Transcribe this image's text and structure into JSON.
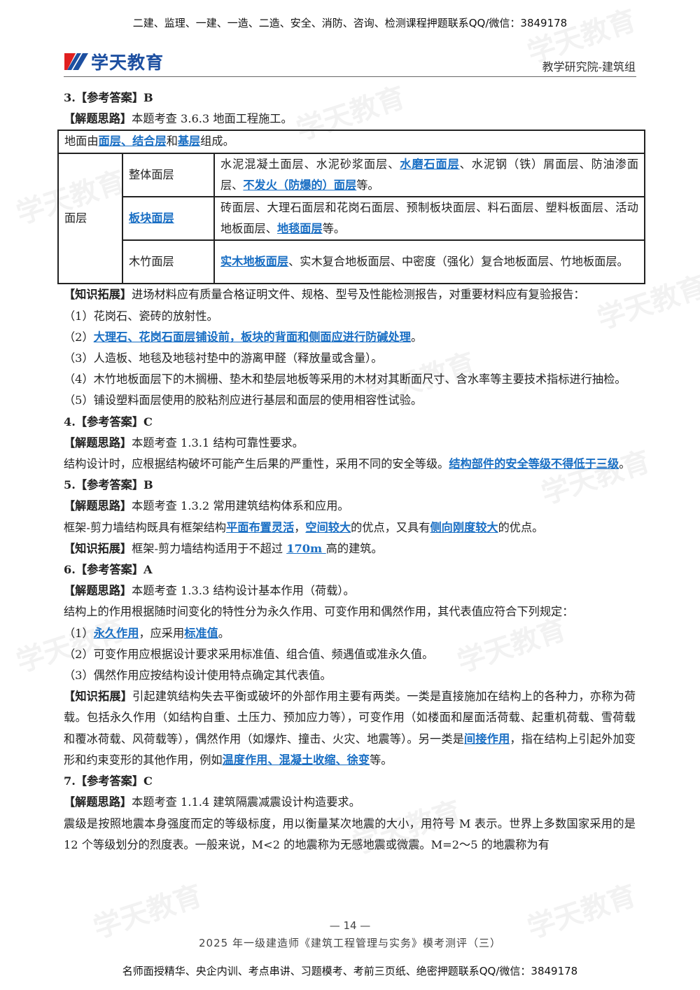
{
  "header": {
    "banner": "二建、监理、一建、一造、二造、安全、消防、咨询、检测课程押题联系QQ/微信：3849178",
    "logo_text": "学天教育",
    "department": "教学研究院-建筑组"
  },
  "colors": {
    "link": "#1a6fc4",
    "logo_blue": "#1d4fa0",
    "logo_red": "#e02020"
  },
  "blocks": [
    {
      "type": "p",
      "segs": [
        {
          "t": "3.【参考答案】B",
          "b": true
        }
      ]
    },
    {
      "type": "p",
      "segs": [
        {
          "t": "【解题思路】",
          "b": true
        },
        {
          "t": "本题考查 3.6.3 地面工程施工。"
        }
      ]
    },
    {
      "type": "table"
    },
    {
      "type": "p",
      "segs": [
        {
          "t": "【知识拓展】",
          "b": true
        },
        {
          "t": "进场材料应有质量合格证明文件、规格、型号及性能检测报告，对重要材料应有复验报告："
        }
      ]
    },
    {
      "type": "p",
      "segs": [
        {
          "t": "（1）花岗石、瓷砖的放射性。"
        }
      ]
    },
    {
      "type": "p",
      "segs": [
        {
          "t": "（2）"
        },
        {
          "t": "大理石、花岗石面层铺设前，板块的背面和侧面应进行防碱处理",
          "l": true
        },
        {
          "t": "。"
        }
      ]
    },
    {
      "type": "p",
      "segs": [
        {
          "t": "（3）人造板、地毯及地毯衬垫中的游离甲醛（释放量或含量）。"
        }
      ]
    },
    {
      "type": "p",
      "segs": [
        {
          "t": "（4）木竹地板面层下的木搁栅、垫木和垫层地板等采用的木材对其断面尺寸、含水率等主要技术指标进行抽检。"
        }
      ]
    },
    {
      "type": "p",
      "segs": [
        {
          "t": "（5）铺设塑料面层使用的胶粘剂应进行基层和面层的使用相容性试验。"
        }
      ]
    },
    {
      "type": "p",
      "segs": [
        {
          "t": "4.【参考答案】C",
          "b": true
        }
      ]
    },
    {
      "type": "p",
      "segs": [
        {
          "t": "【解题思路】",
          "b": true
        },
        {
          "t": "本题考查 1.3.1 结构可靠性要求。"
        }
      ]
    },
    {
      "type": "p",
      "segs": [
        {
          "t": "结构设计时，应根据结构破坏可能产生后果的严重性，采用不同的安全等级。"
        },
        {
          "t": "结构部件的安全等级不得低于三级",
          "l": true
        },
        {
          "t": "。"
        }
      ]
    },
    {
      "type": "p",
      "segs": [
        {
          "t": "5.【参考答案】B",
          "b": true
        }
      ]
    },
    {
      "type": "p",
      "segs": [
        {
          "t": "【解题思路】",
          "b": true
        },
        {
          "t": "本题考查 1.3.2 常用建筑结构体系和应用。"
        }
      ]
    },
    {
      "type": "p",
      "segs": [
        {
          "t": "框架-剪力墙结构既具有框架结构"
        },
        {
          "t": "平面布置灵活",
          "l": true
        },
        {
          "t": "，"
        },
        {
          "t": "空间较大",
          "l": true
        },
        {
          "t": "的优点，又具有"
        },
        {
          "t": "侧向刚度较大",
          "l": true
        },
        {
          "t": "的优点。"
        }
      ]
    },
    {
      "type": "p",
      "segs": [
        {
          "t": "【知识拓展】",
          "b": true
        },
        {
          "t": "框架-剪力墙结构适用于不超过 "
        },
        {
          "t": "170m ",
          "l": true
        },
        {
          "t": "高的建筑。"
        }
      ]
    },
    {
      "type": "p",
      "segs": [
        {
          "t": "6.【参考答案】A",
          "b": true
        }
      ]
    },
    {
      "type": "p",
      "segs": [
        {
          "t": "【解题思路】",
          "b": true
        },
        {
          "t": "本题考查 1.3.3 结构设计基本作用（荷载）。"
        }
      ]
    },
    {
      "type": "p",
      "segs": [
        {
          "t": "结构上的作用根据随时间变化的特性分为永久作用、可变作用和偶然作用，其代表值应符合下列规定："
        }
      ]
    },
    {
      "type": "p",
      "segs": [
        {
          "t": "（1）"
        },
        {
          "t": "永久作用",
          "l": true
        },
        {
          "t": "，应采用"
        },
        {
          "t": "标准值",
          "l": true
        },
        {
          "t": "。"
        }
      ]
    },
    {
      "type": "p",
      "segs": [
        {
          "t": "（2）可变作用应根据设计要求采用标准值、组合值、频遇值或准永久值。"
        }
      ]
    },
    {
      "type": "p",
      "segs": [
        {
          "t": "（3）偶然作用应按结构设计使用特点确定其代表值。"
        }
      ]
    },
    {
      "type": "p",
      "segs": [
        {
          "t": "【知识拓展】",
          "b": true
        },
        {
          "t": "引起建筑结构失去平衡或破坏的外部作用主要有两类。一类是直接施加在结构上的各种力，亦称为荷载。包括永久作用（如结构自重、土压力、预加应力等），可变作用（如楼面和屋面活荷载、起重机荷载、雪荷载和覆冰荷载、风荷载等），偶然作用（如爆炸、撞击、火灾、地震等）。另一类是"
        },
        {
          "t": "间接作用",
          "l": true
        },
        {
          "t": "，指在结构上引起外加变形和约束变形的其他作用，例如"
        },
        {
          "t": "温度作用、混凝土收缩、徐变",
          "l": true
        },
        {
          "t": "等。"
        }
      ]
    },
    {
      "type": "p",
      "segs": [
        {
          "t": "7.【参考答案】C",
          "b": true
        }
      ]
    },
    {
      "type": "p",
      "segs": [
        {
          "t": "【解题思路】",
          "b": true
        },
        {
          "t": "本题考查 1.1.4 建筑隔震减震设计构造要求。"
        }
      ]
    },
    {
      "type": "p",
      "segs": [
        {
          "t": "震级是按照地震本身强度而定的等级标度，用以衡量某次地震的大小，用符号 M 表示。世界上多数国家采用的是 12 个等级划分的烈度表。一般来说，M<2 的地震称为无感地震或微震。M=2～5 的地震称为有"
        }
      ]
    }
  ],
  "table": {
    "intro": [
      {
        "t": "地面由"
      },
      {
        "t": "面层、结合层",
        "l": true
      },
      {
        "t": "和"
      },
      {
        "t": "基层",
        "l": true
      },
      {
        "t": "组成。"
      }
    ],
    "group": "面层",
    "rows": [
      {
        "name": [
          {
            "t": "整体面层"
          }
        ],
        "desc": [
          {
            "t": "水泥混凝土面层、水泥砂浆面层、"
          },
          {
            "t": "水磨石面层",
            "l": true
          },
          {
            "t": "、水泥钢（铁）屑面层、防油渗面层、"
          },
          {
            "t": "不发火（防爆的）面层",
            "l": true
          },
          {
            "t": "等。"
          }
        ]
      },
      {
        "name": [
          {
            "t": "板块面层",
            "l": true
          }
        ],
        "desc": [
          {
            "t": "砖面层、大理石面层和花岗石面层、预制板块面层、料石面层、塑料板面层、活动地板面层、"
          },
          {
            "t": "地毯面层",
            "l": true
          },
          {
            "t": "等。"
          }
        ]
      },
      {
        "name": [
          {
            "t": "木竹面层"
          }
        ],
        "desc": [
          {
            "t": "实木地板面层",
            "l": true
          },
          {
            "t": "、实木复合地板面层、中密度（强化）复合地板面层、竹地板面层。"
          }
        ]
      }
    ]
  },
  "footer": {
    "page": "— 14 —",
    "title": "2025 年一级建造师《建筑工程管理与实务》模考测评（三）",
    "banner": "名师面授精华、央企内训、考点串讲、习题模考、考前三页纸、绝密押题联系QQ/微信：3849178"
  }
}
